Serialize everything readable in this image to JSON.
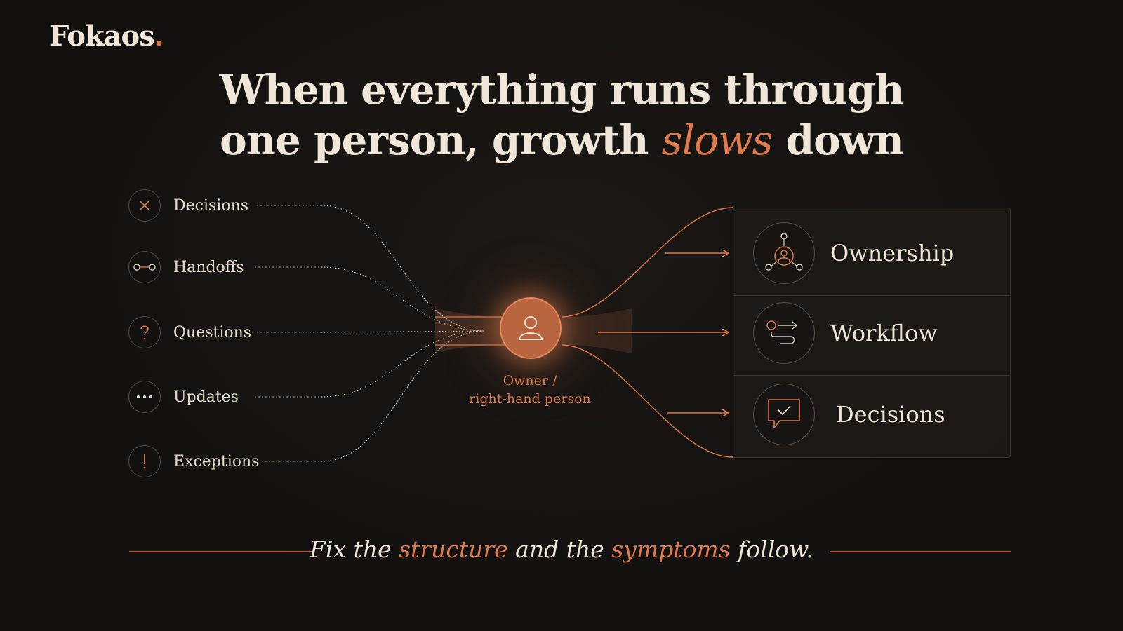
{
  "brand": {
    "name": "Fokaos",
    "dot": "."
  },
  "headline": {
    "line1": "When everything runs through",
    "line2_a": "one person, growth ",
    "line2_em": "slows",
    "line2_b": " down"
  },
  "inputs": [
    {
      "label": "Decisions",
      "icon": "x-icon"
    },
    {
      "label": "Handoffs",
      "icon": "handoff-icon"
    },
    {
      "label": "Questions",
      "icon": "question-icon"
    },
    {
      "label": "Updates",
      "icon": "ellipsis-icon"
    },
    {
      "label": "Exceptions",
      "icon": "exclamation-icon"
    }
  ],
  "hub": {
    "line1": "Owner /",
    "line2": "right-hand person",
    "icon": "person-icon"
  },
  "outputs": [
    {
      "label": "Ownership",
      "icon": "ownership-network-icon"
    },
    {
      "label": "Workflow",
      "icon": "workflow-icon"
    },
    {
      "label": "Decisions",
      "icon": "chat-check-icon"
    }
  ],
  "footer": {
    "a": "Fix the ",
    "b": "structure",
    "c": " and the ",
    "d": "symptoms",
    "e": " follow."
  },
  "colors": {
    "accent": "#dd7a4c",
    "background": "#141210",
    "text": "#efe6d8"
  }
}
